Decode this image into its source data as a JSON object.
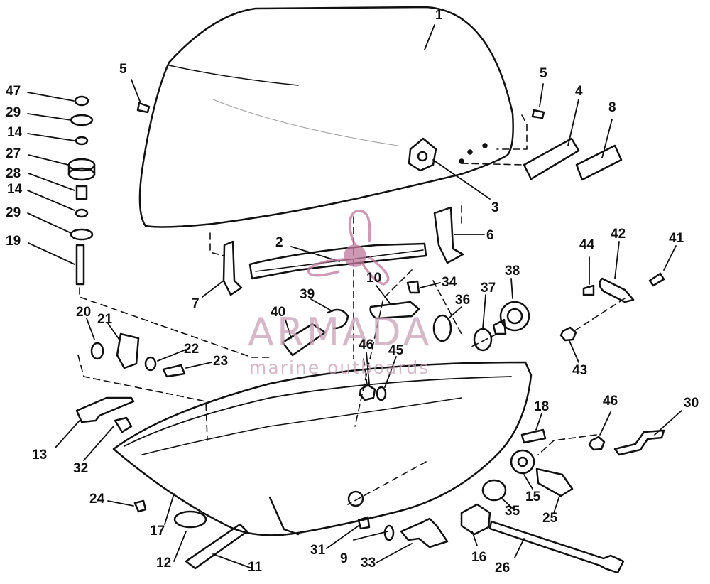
{
  "watermark": {
    "title": "ARMADA",
    "subtitle": "marine outboards",
    "color": "#c0789c"
  },
  "labels": [
    "1",
    "2",
    "3",
    "4",
    "5",
    "5",
    "6",
    "7",
    "8",
    "9",
    "10",
    "11",
    "12",
    "13",
    "14",
    "14",
    "15",
    "16",
    "17",
    "18",
    "19",
    "20",
    "21",
    "22",
    "23",
    "24",
    "25",
    "26",
    "27",
    "28",
    "29",
    "29",
    "30",
    "31",
    "32",
    "33",
    "34",
    "35",
    "36",
    "37",
    "38",
    "39",
    "40",
    "41",
    "42",
    "43",
    "44",
    "45",
    "46",
    "46",
    "47"
  ]
}
